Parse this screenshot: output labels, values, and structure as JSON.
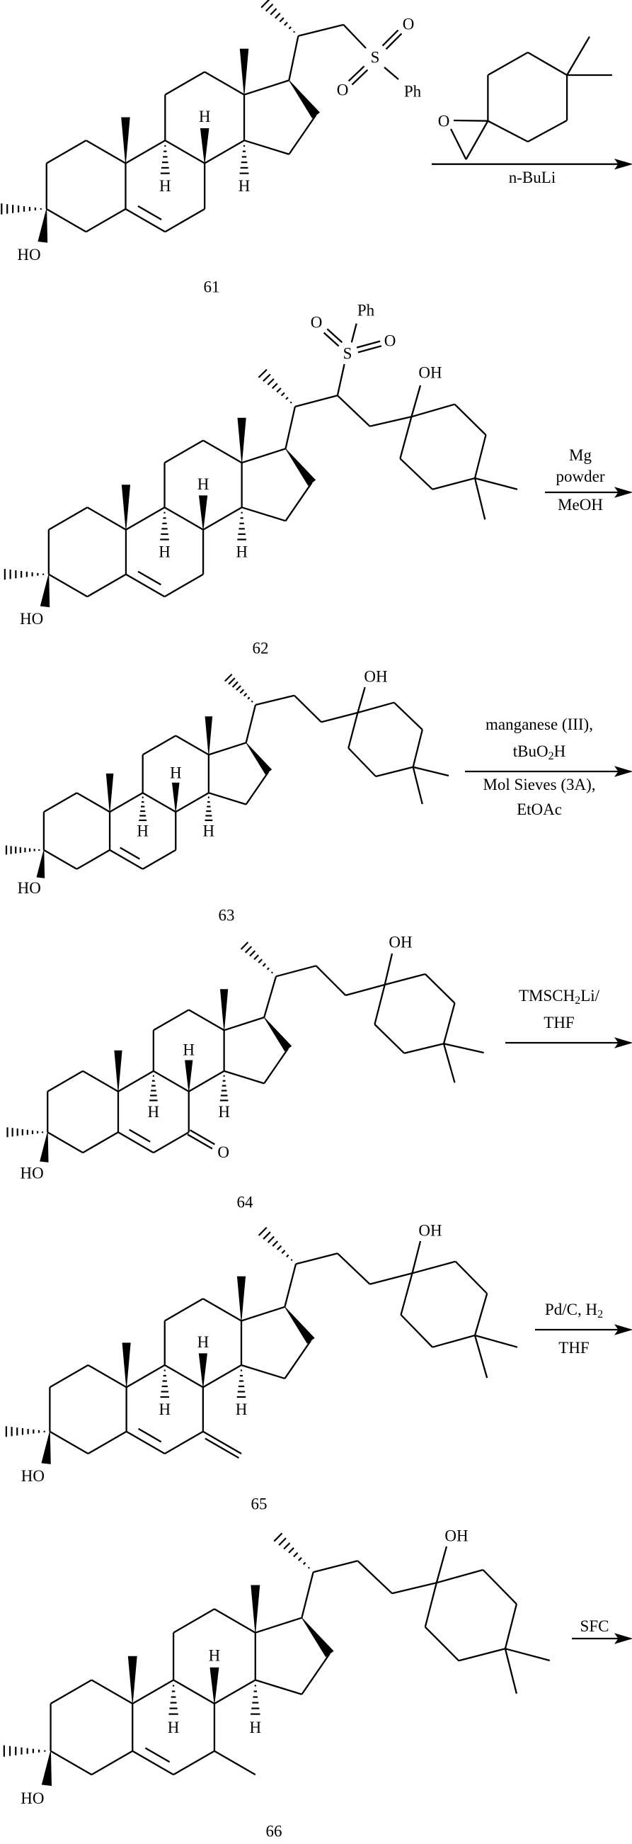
{
  "atom_labels": {
    "H": "H",
    "HO": "HO",
    "OH": "OH",
    "O": "O",
    "S": "S",
    "Ph": "Ph"
  },
  "compounds": [
    {
      "number": "61"
    },
    {
      "number": "62"
    },
    {
      "number": "63"
    },
    {
      "number": "64"
    },
    {
      "number": "65"
    },
    {
      "number": "66"
    }
  ],
  "reactions": [
    {
      "above": [],
      "below": [
        [
          "n-BuLi"
        ]
      ]
    },
    {
      "above": [
        [
          "Mg"
        ],
        [
          "powder"
        ]
      ],
      "below": [
        [
          "MeOH"
        ]
      ]
    },
    {
      "above": [
        [
          "manganese (III),"
        ],
        [
          "tBuO",
          "2",
          "H"
        ]
      ],
      "below": [
        [
          "Mol Sieves (3A),"
        ],
        [
          "EtOAc"
        ]
      ]
    },
    {
      "above": [
        [
          "TMSCH",
          "2",
          "Li/"
        ],
        [
          "THF"
        ]
      ],
      "below": []
    },
    {
      "above": [
        [
          "Pd/C, H",
          "2"
        ]
      ],
      "below": [
        [
          "THF"
        ]
      ]
    },
    {
      "above": [
        [
          "SFC"
        ]
      ],
      "below": []
    }
  ]
}
